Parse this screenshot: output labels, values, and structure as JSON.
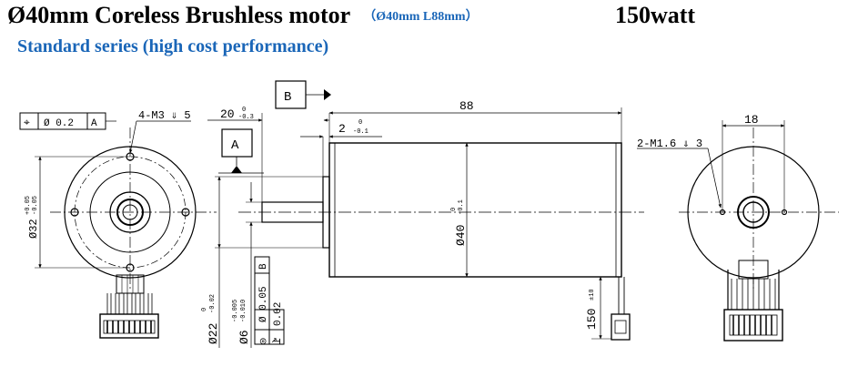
{
  "header": {
    "title": "Ø40mm Coreless Brushless motor",
    "title_sub": "（Ø40mm   L88mm）",
    "power": "150watt",
    "series": "Standard series (high cost performance)"
  },
  "drawing": {
    "front": {
      "tol_symbol": "⌖",
      "tol_value": "Ø 0.2",
      "tol_datum": "A",
      "thread_note": "4-M3 ⇓ 5",
      "diameter": "Ø32",
      "diameter_tol_upper": "+0.05",
      "diameter_tol_lower": "-0.05"
    },
    "side": {
      "datum_b": "B",
      "datum_a": "A",
      "dim_20": "20",
      "dim_20_tol_upper": "0",
      "dim_20_tol_lower": "-0.3",
      "dim_2": "2",
      "dim_2_tol_upper": "0",
      "dim_2_tol_lower": "-0.1",
      "dim_88": "88",
      "body_diameter": "Ø40",
      "body_diameter_tol_upper": "0",
      "body_diameter_tol_lower": "-0.1",
      "flange_diameter": "Ø22",
      "flange_tol_upper": "0",
      "flange_tol_lower": "-0.02",
      "shaft_diameter": "Ø6",
      "shaft_tol_upper": "-0.005",
      "shaft_tol_lower": "-0.010",
      "fcf_row1_symbol": "◎",
      "fcf_row1_value": "Ø 0.05",
      "fcf_row1_datum": "B",
      "fcf_row2_symbol": "⊥",
      "fcf_row2_value": "0.02",
      "fcf_row3_symbol": "↗",
      "lead_length": "150",
      "lead_tol": "±10"
    },
    "back": {
      "thread_note": "2-M1.6 ⇓ 3",
      "dim_18": "18"
    }
  }
}
